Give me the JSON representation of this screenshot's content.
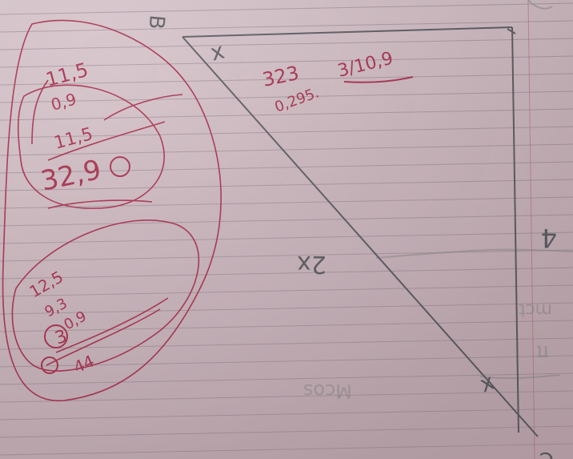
{
  "photo": {
    "subject": "handwritten-geometry-notebook-page"
  },
  "labels": {
    "vertex_b": "B",
    "vertex_c": "C",
    "angle_mark_b": "x",
    "angle_mark_c": "x",
    "hypotenuse": "2x",
    "right_side": "4"
  },
  "calculations": {
    "top_middle_line1": "323",
    "top_middle_line2": "3/10,9",
    "top_middle_line3": "0,295.",
    "left_top_line1": "11,5",
    "left_top_line2": "0,9",
    "left_top_line3": "11,5",
    "left_top_result": "32,9",
    "left_bottom_line1": "12,5",
    "left_bottom_line2": "9,3",
    "left_bottom_line3": "0,9",
    "left_bottom_line4": "3",
    "left_bottom_result": "44"
  },
  "faint_reverse_text": {
    "line1": "Mcos",
    "line2": "mct",
    "line3": "π"
  },
  "colors": {
    "paper": "#cfbcc2",
    "rule_line": "#9e8c97",
    "margin_line": "#b35a6e",
    "pencil": "#5c5c62",
    "red_ink": "#a8304e",
    "bleed_through": "#8f8a8f"
  }
}
